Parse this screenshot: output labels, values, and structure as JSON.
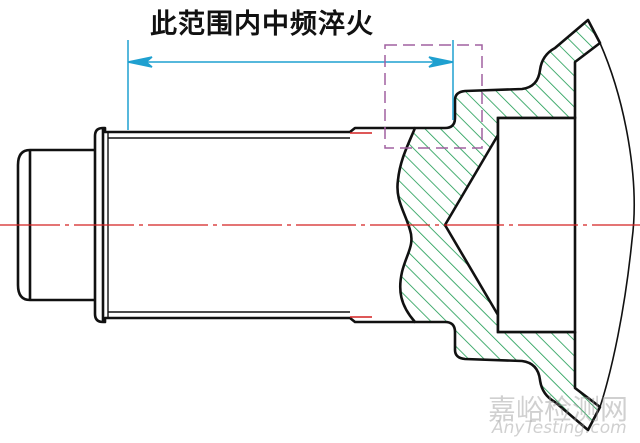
{
  "title": "此范围内中频淬火",
  "watermark": {
    "cn": "嘉峪检测网",
    "en": "AnyTesting.com"
  },
  "colors": {
    "outline": "#111111",
    "hatch": "#1a9a50",
    "centerline": "#d42020",
    "dimension": "#1fa0d0",
    "zone_box": "#a060a0"
  }
}
